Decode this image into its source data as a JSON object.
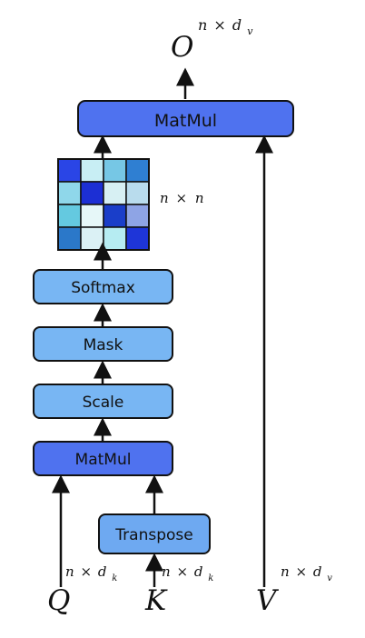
{
  "diagram": {
    "boxes": {
      "matmul_top": "MatMul",
      "softmax": "Softmax",
      "mask": "Mask",
      "scale": "Scale",
      "matmul_bottom": "MatMul",
      "transpose": "Transpose"
    },
    "inputs": {
      "q": "Q",
      "k": "K",
      "v": "V"
    },
    "output": "O",
    "dims": {
      "output": {
        "base": "n",
        "times": "×",
        "var": "d",
        "sub": "v"
      },
      "matrix": {
        "base": "n",
        "times": "×",
        "var": "n"
      },
      "q": {
        "base": "n",
        "times": "×",
        "var": "d",
        "sub": "k"
      },
      "k": {
        "base": "n",
        "times": "×",
        "var": "d",
        "sub": "k"
      },
      "v": {
        "base": "n",
        "times": "×",
        "var": "d",
        "sub": "v"
      }
    },
    "colors": {
      "dark_box": "#4f72ef",
      "light_box": "#78b6f3",
      "transpose_box": "#6ea9f1",
      "stroke": "#111111"
    },
    "attention_matrix": [
      [
        "#2a45e6",
        "#c8eef4",
        "#76c7e5",
        "#2f7fd2"
      ],
      [
        "#8fd7ea",
        "#1c2fd4",
        "#d7f0f3",
        "#b9dced"
      ],
      [
        "#64c9e0",
        "#e6f7f8",
        "#1a3ec9",
        "#8ea4e5"
      ],
      [
        "#2b78c9",
        "#dbf1f5",
        "#b6ecf2",
        "#1e35d8"
      ]
    ]
  }
}
